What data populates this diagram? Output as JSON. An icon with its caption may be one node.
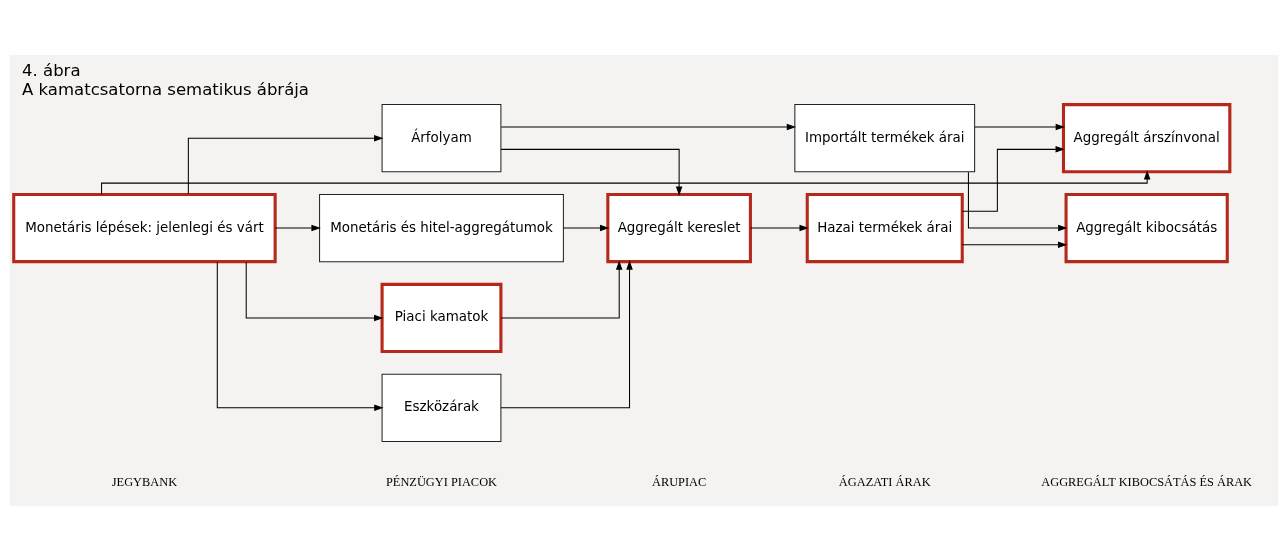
{
  "diagram": {
    "title": "4. ábra",
    "caption": "A kamatcsatorna sematikus ábrája",
    "nodes": [
      {
        "text": [
          "Monetáris lépések: jelenlegi és várt"
        ]
      },
      {
        "text": [
          "Monetáris és hitel-aggregátumok"
        ]
      },
      {
        "text": [
          "Piaci kamatok"
        ]
      },
      {
        "text": [
          "Eszközárak"
        ]
      },
      {
        "text": [
          "Árfolyam"
        ]
      },
      {
        "text": [
          "Aggregált kereslet"
        ]
      },
      {
        "text": [
          "Hazai termékek árai"
        ]
      },
      {
        "text": [
          "Importált termékek árai"
        ]
      },
      {
        "text": [
          "Aggregált kibocsátás"
        ]
      },
      {
        "text": [
          "Aggregált árszínvonal"
        ]
      }
    ],
    "edges": [
      {
        "from": 0,
        "to": 1,
        "arrow": "to"
      },
      {
        "from": 0,
        "to": 2,
        "arrow": "to"
      },
      {
        "from": 0,
        "to": 3,
        "arrow": "to"
      },
      {
        "from": 0,
        "to": 4,
        "arrow": "to"
      },
      {
        "from": 0,
        "to": 9,
        "arrow": "to"
      },
      {
        "from": 1,
        "to": 5,
        "arrow": "to"
      },
      {
        "from": 2,
        "to": 5,
        "arrow": "to"
      },
      {
        "from": 3,
        "to": 5,
        "arrow": "to"
      },
      {
        "from": 4,
        "to": 5,
        "arrow": "to"
      },
      {
        "from": 4,
        "to": 7,
        "arrow": "to"
      },
      {
        "from": 5,
        "to": 6,
        "arrow": "to"
      },
      {
        "from": 6,
        "to": 8,
        "arrow": "to"
      },
      {
        "from": 6,
        "to": 9,
        "arrow": "to"
      },
      {
        "from": 7,
        "to": 8,
        "arrow": "to"
      },
      {
        "from": 7,
        "to": 9,
        "arrow": "to"
      }
    ],
    "labels": [
      "JEGYBANK",
      "PÉNZÜGYI PIACOK",
      "ÁRUPIAC",
      "ÁGAZATI ÁRAK",
      "AGGREGÁLT KIBOCSÁTÁS ÉS ÁRAK"
    ]
  }
}
